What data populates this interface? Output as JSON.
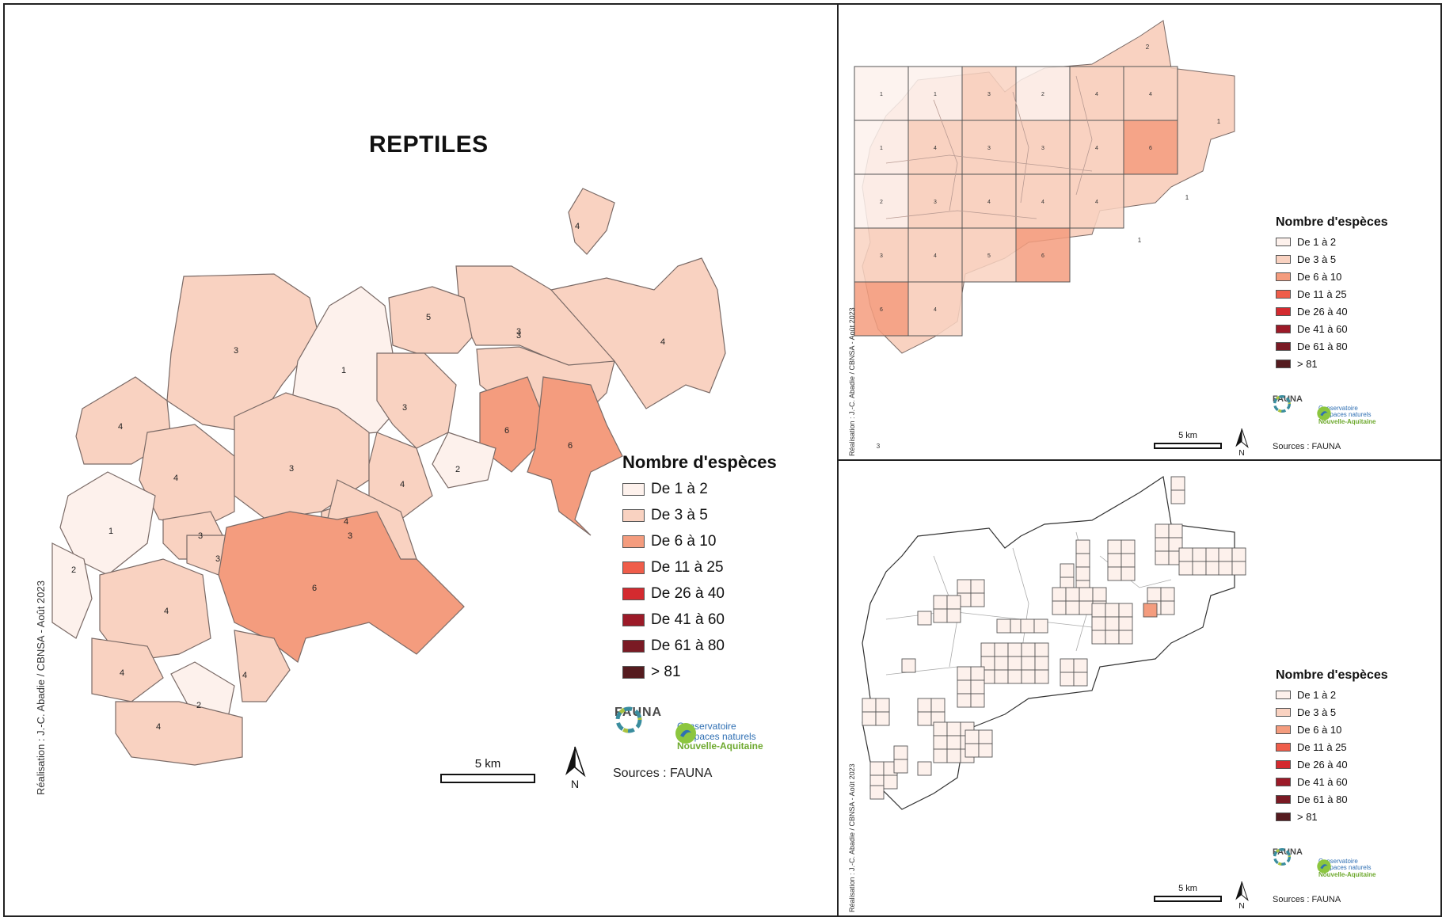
{
  "figure_title": "REPTILES",
  "colors": {
    "class_1": "#fdf1ec",
    "class_2": "#f9d2c1",
    "class_3": "#f49c7e",
    "class_4": "#ef5d4a",
    "class_5": "#d42a2f",
    "class_6": "#9c1a28",
    "class_7": "#7a1a24",
    "class_8": "#551b1f",
    "commune_border": "#7a6a66",
    "grid_line": "#555555"
  },
  "legend": {
    "title": "Nombre d'espèces",
    "items": [
      {
        "label": "De 1 à 2",
        "color_key": "class_1"
      },
      {
        "label": "De 3 à 5",
        "color_key": "class_2"
      },
      {
        "label": "De 6 à 10",
        "color_key": "class_3"
      },
      {
        "label": "De 11 à 25",
        "color_key": "class_4"
      },
      {
        "label": "De 26 à 40",
        "color_key": "class_5"
      },
      {
        "label": "De 41 à 60",
        "color_key": "class_6"
      },
      {
        "label": "De 61 à 80",
        "color_key": "class_7"
      },
      {
        "label": "> 81",
        "color_key": "class_8"
      }
    ]
  },
  "scale_label": "5 km",
  "north_label": "N",
  "sources": "Sources : FAUNA",
  "credit": "Réalisation : J.-C. Abadie / CBNSA - Août 2023",
  "logos": {
    "fauna": {
      "name": "FAUNA"
    },
    "cen": {
      "line1": "Conservatoire",
      "line2": "d'espaces naturels",
      "line3": "Nouvelle-Aquitaine"
    }
  },
  "panels": {
    "main": {
      "type": "communes",
      "commune_values": [
        4,
        3,
        3,
        1,
        5,
        3,
        4,
        4,
        4,
        3,
        3,
        6,
        6,
        1,
        4,
        3,
        3,
        2,
        3,
        2,
        4,
        6,
        4,
        4,
        2,
        4,
        4
      ]
    },
    "grid_coarse": {
      "type": "grid",
      "outside_labels": [
        2,
        1,
        1,
        1,
        3
      ]
    },
    "grid_fine": {
      "type": "fine_grid"
    }
  }
}
